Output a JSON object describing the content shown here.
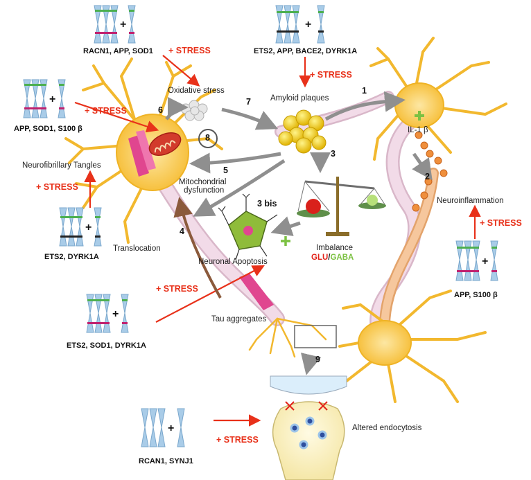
{
  "gene_sets": {
    "top_left": "RACN1, APP, SOD1",
    "top_center": "ETS2, APP, BACE2, DYRK1A",
    "left": "APP, SOD1, S100 β",
    "mid_left": "ETS2, DYRK1A",
    "right": "APP, S100 β",
    "bottom_left": "ETS2, SOD1, DYRK1A",
    "bottom": "RCAN1, SYNJ1"
  },
  "stress_label": "+ STRESS",
  "labels": {
    "oxidative_stress": "Oxidative stress",
    "amyloid_plaques": "Amyloid plaques",
    "il1b": "IL-1 β",
    "neurofibrillary_tangles": "Neurofibrillary Tangles",
    "mito_line1": "Mitochondrial",
    "mito_line2": "dysfunction",
    "neuroinflammation": "Neuroinflammation",
    "translocation": "Translocation",
    "neuronal_apoptosis": "Neuronal Apoptosis",
    "imbalance": "Imbalance",
    "glu": "GLU",
    "slash": "/",
    "gaba": "GABA",
    "tau_aggregates": "Tau aggregates",
    "altered_endocytosis": "Altered endocytosis"
  },
  "numbers": {
    "n1": "1",
    "n2": "2",
    "n3": "3",
    "n3bis": "3 bis",
    "n4": "4",
    "n5": "5",
    "n6": "6",
    "n7": "7",
    "n8": "8",
    "n9": "9"
  },
  "colors": {
    "neuron_yellow": "#f7c13c",
    "axon_pink": "#f2dbe8",
    "stress_red": "#e8311a",
    "arrow_gray": "#8f8f8f",
    "arrow_brown": "#8b5a3c",
    "chromosome_blue": "#a9cce8",
    "plaque_yellow": "#f5d20a"
  }
}
